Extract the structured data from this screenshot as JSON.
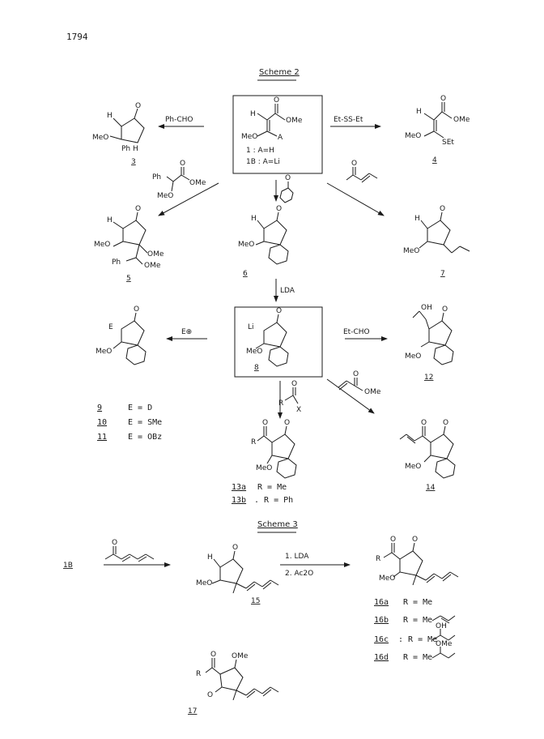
{
  "page_number": "1794",
  "scheme2": {
    "title": "Scheme 2",
    "reagents": {
      "ph_cho": "Ph-CHO",
      "et_ss_et": "Et-SS-Et",
      "lda": "LDA",
      "e_plus": "E⊕",
      "et_cho": "Et-CHO"
    },
    "start": {
      "line1": "1 : A=H",
      "line2": "1B : A=Li"
    },
    "labels": {
      "c3": "3",
      "c4": "4",
      "c5": "5",
      "c6": "6",
      "c7": "7",
      "c8": "8",
      "c12": "12",
      "c14": "14"
    },
    "atoms": {
      "H": "H",
      "MeO": "MeO",
      "OMe": "OMe",
      "A": "A",
      "Ph": "Ph",
      "PhH": "Ph H",
      "SEt": "SEt",
      "Li": "Li",
      "E": "E",
      "OH": "OH",
      "O": "O",
      "R": "R",
      "X": "X"
    },
    "e_list": [
      {
        "num": "9",
        "text": "E = D"
      },
      {
        "num": "10",
        "text": "E = SMe"
      },
      {
        "num": "11",
        "text": "E = OBz"
      }
    ],
    "r_list": [
      {
        "num": "13a",
        "text": "R = Me"
      },
      {
        "num": "13b",
        "text": ". R = Ph"
      }
    ]
  },
  "scheme3": {
    "title": "Scheme 3",
    "start_label": "1B",
    "reagent1": "1. LDA",
    "reagent2": "2. Ac2O",
    "label15": "15",
    "label17": "17",
    "r_list": [
      {
        "num": "16a",
        "text": "R = Me"
      },
      {
        "num": "16b",
        "text": "R = Me"
      },
      {
        "num": "16c",
        "text": ": R = Me"
      },
      {
        "num": "16d",
        "text": "R = Me"
      }
    ],
    "sub_oh": "OH",
    "sub_ome": "OMe"
  }
}
